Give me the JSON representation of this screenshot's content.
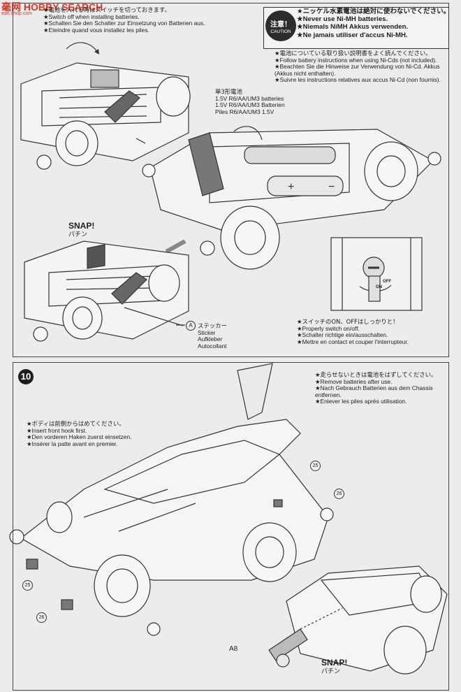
{
  "watermark": {
    "logo": "毫网 HOBBY SEARCH",
    "url": "ean.shop.com"
  },
  "section_switch": {
    "note_ja": "★電池を入れる時はスイッチを切っておきます。",
    "note_en": "★Switch off when installing batteries.",
    "note_de": "★Schalten Sie den Schalter zur Einsetzung von Batterien aus.",
    "note_fr": "★Eteindre quand vous installez les piles."
  },
  "caution": {
    "badge_ja": "注意！",
    "badge_en": "CAUTION",
    "line_ja": "★ニッケル水素電池は絶対に使わないでください。",
    "line_en": "★Never use Ni-MH batteries.",
    "line_de": "★Niemals NiMH Akkus verwenden.",
    "line_fr": "★Ne jamais utiliser d'accus Ni-MH."
  },
  "battery_instructions": {
    "line_ja": "★電池についている取り扱い説明書をよく読んでください。",
    "line_en": "★Follow battery instructions when using Ni-Cds (not included).",
    "line_de1": "★Beachten Sie die Hinweise zur Verwendung von Ni-Cd. Akkus",
    "line_de2": "(Akkus nicht enthalten).",
    "line_fr": "★Suivre les instructions relatives aux accus Ni-Cd (non fournis)."
  },
  "battery_type": {
    "ja": "単3形電池",
    "en": "1.5V R6/AA/UM3 batteries",
    "de": "1.5V R6/AA/UM3 Batterien",
    "fr": "Piles R6/AA/UM3 1.5V"
  },
  "snap_top": {
    "label": "SNAP!",
    "ja": "パチン"
  },
  "sticker": {
    "letter": "A",
    "ja": "ステッカー",
    "en": "Sticker",
    "de": "Aufkleber",
    "fr": "Autocollant"
  },
  "switch_labels": {
    "on": "ON",
    "off": "OFF"
  },
  "switch_note": {
    "ja": "★スイッチのON、OFFはしっかりと！",
    "en": "★Properly switch on/off.",
    "de": "★Schalter richtige ein/ausschalten.",
    "fr": "★Mettre en contact et couper l'interrupteur."
  },
  "step10": {
    "number": "10",
    "remove_ja": "★走らせないときは電池をはずしてください。",
    "remove_en": "★Remove batteries after use.",
    "remove_de1": "★Nach Gebrauch Batterien aus dem Chassis",
    "remove_de2": "entfernen.",
    "remove_fr": "★Enlever les piles après utilisation.",
    "body_ja": "★ボディは前側からはめてください。",
    "body_en": "★Insert front hook first.",
    "body_de": "★Den vorderen Haken zuerst einsetzen.",
    "body_fr": "★Insérer la patte avant en premier."
  },
  "parts": {
    "p25": "25",
    "p26": "26",
    "a8": "A8"
  },
  "snap_bottom": {
    "label": "SNAP!",
    "ja": "パチン"
  }
}
